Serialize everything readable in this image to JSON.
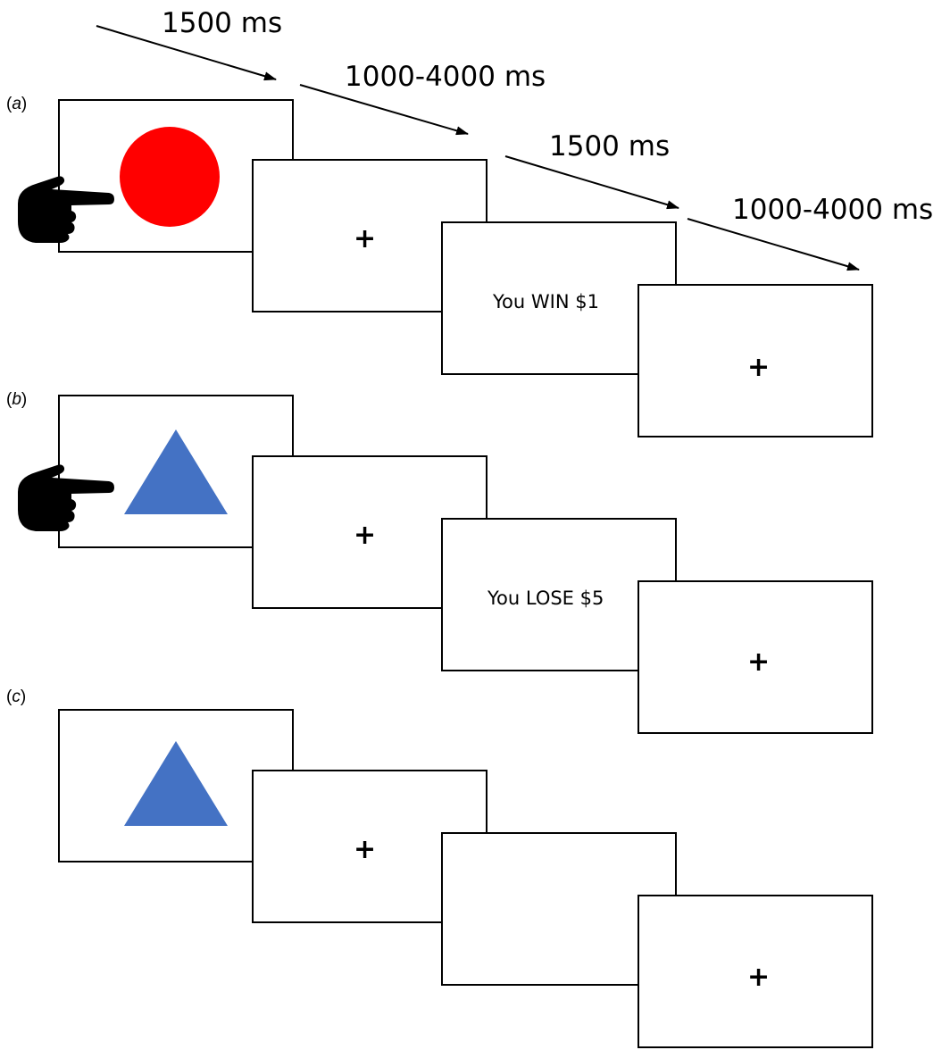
{
  "timings": [
    "1500 ms",
    "1000-4000 ms",
    "1500 ms",
    "1000-4000 ms"
  ],
  "panels": [
    {
      "label": "a",
      "stimulus": {
        "shape": "circle",
        "color": "#ff0000"
      },
      "response": "pointing-hand-icon",
      "fixation": "+",
      "feedback": "You WIN $1"
    },
    {
      "label": "b",
      "stimulus": {
        "shape": "triangle",
        "color": "#4472c4"
      },
      "response": "pointing-hand-icon",
      "fixation": "+",
      "feedback": "You LOSE $5"
    },
    {
      "label": "c",
      "stimulus": {
        "shape": "triangle",
        "color": "#4472c4"
      },
      "response": "",
      "fixation": "+",
      "feedback": ""
    }
  ],
  "colors": {
    "circle": "#ff0000",
    "triangle": "#4472c4",
    "outline": "#000000"
  }
}
